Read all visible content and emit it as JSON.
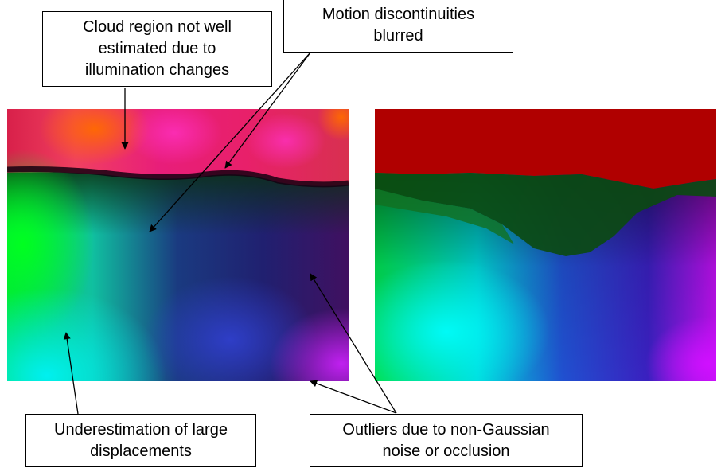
{
  "annotations": {
    "cloud": "Cloud region not well\nestimated due to\nillumination changes",
    "motion": "Motion discontinuities\nblurred",
    "underestimation": "Underestimation of large\ndisplacements",
    "outliers": "Outliers due to non-Gaussian\nnoise or occlusion"
  },
  "colors": {
    "sky_estimated": "#e0206a",
    "sky_truth": "#b30000",
    "green": "#00e050",
    "cyan": "#00e8e8",
    "blue": "#3030c0",
    "magenta": "#c010e0",
    "dark_green": "#0b4a10"
  }
}
